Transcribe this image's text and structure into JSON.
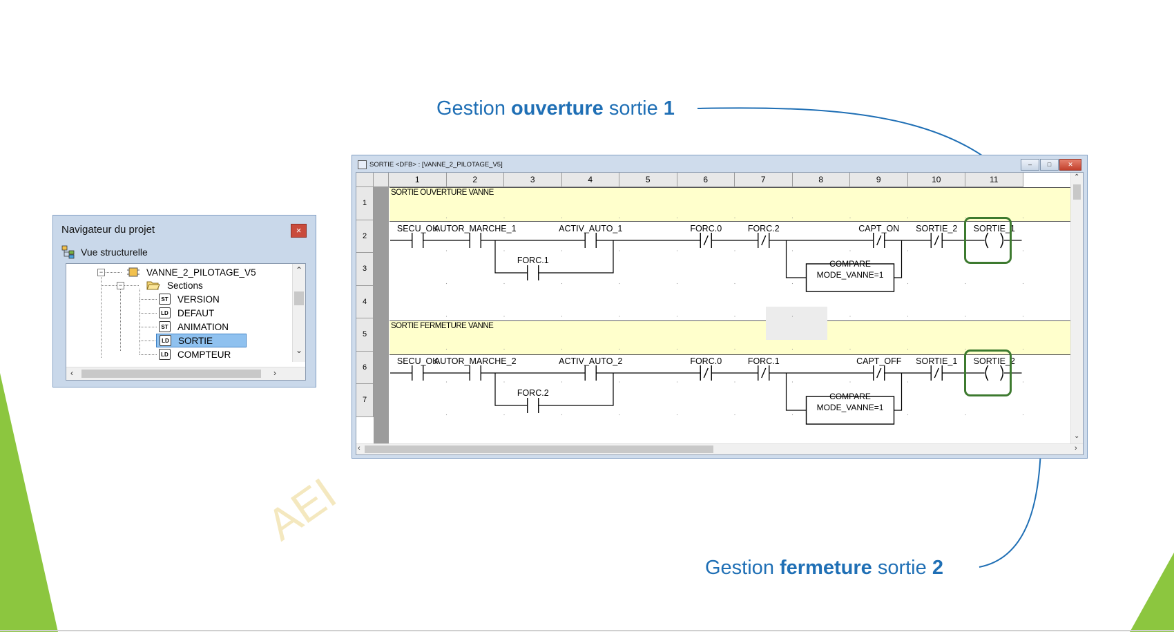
{
  "callouts": {
    "top": {
      "pre": "Gestion ",
      "bold": "ouverture",
      "mid": " sortie ",
      "num": "1"
    },
    "bottom": {
      "pre": "Gestion ",
      "bold": "fermeture",
      "mid": " sortie ",
      "num": "2"
    }
  },
  "watermark": "AEI",
  "navigator": {
    "title": "Navigateur du projet",
    "close": "×",
    "view_label": "Vue structurelle",
    "tree": {
      "root": "VANNE_2_PILOTAGE_V5",
      "sections": "Sections",
      "items": [
        {
          "type": "ST",
          "label": "VERSION"
        },
        {
          "type": "LD",
          "label": "DEFAUT"
        },
        {
          "type": "ST",
          "label": "ANIMATION"
        },
        {
          "type": "LD",
          "label": "SORTIE",
          "selected": true
        },
        {
          "type": "LD",
          "label": "COMPTEUR"
        }
      ]
    }
  },
  "ladder": {
    "title": "SORTIE <DFB> : [VANNE_2_PILOTAGE_V5]",
    "columns": [
      "1",
      "2",
      "3",
      "4",
      "5",
      "6",
      "7",
      "8",
      "9",
      "10",
      "11"
    ],
    "rows": [
      "1",
      "2",
      "3",
      "4",
      "5",
      "6",
      "7"
    ],
    "comments": [
      "SORTIE OUVERTURE VANNE",
      "SORTIE FERMETURE VANNE"
    ],
    "rung1": {
      "contacts": [
        "SECU_OK",
        "AUTOR_MARCHE_1",
        "ACTIV_AUTO_1",
        "FORC.0",
        "FORC.2",
        "CAPT_ON",
        "SORTIE_2"
      ],
      "branch_contact": "FORC.1",
      "compare": [
        "COMPARE",
        "MODE_VANNE=1"
      ],
      "coil": "SORTIE_1"
    },
    "rung2": {
      "contacts": [
        "SECU_OK",
        "AUTOR_MARCHE_2",
        "ACTIV_AUTO_2",
        "FORC.0",
        "FORC.1",
        "CAPT_OFF",
        "SORTIE_1"
      ],
      "branch_contact": "FORC.2",
      "compare": [
        "COMPARE",
        "MODE_VANNE=1"
      ],
      "coil": "SORTIE_2"
    },
    "negated_symbol": "/",
    "coil_symbol": "(  )"
  },
  "colors": {
    "callout": "#1f6fb5",
    "coil_highlight": "#3d7a2f",
    "comment_bg": "#ffffcc",
    "slide_accent": "#8cc63f"
  }
}
